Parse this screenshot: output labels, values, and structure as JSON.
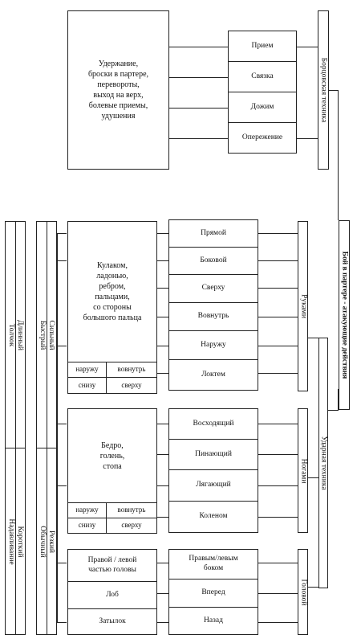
{
  "top_block": {
    "description": "Удержание,\nброски в партере,\nперевороты,\nвыход на верх,\nболевые приемы,\nудушения",
    "items": [
      "Прием",
      "Связка",
      "Дожим",
      "Опережение"
    ],
    "category": "Борцовская техника"
  },
  "root": "Бой в партере - атакующие действия",
  "striking": "Ударная техника",
  "hands": {
    "category": "Руками",
    "description": "Кулаком,\nладонью,\nребром,\nпальцами,\nсо стороны\nбольшого пальца",
    "cells": [
      "наружу",
      "вовнутрь",
      "снизу",
      "сверху"
    ],
    "items": [
      "Прямой",
      "Боковой",
      "Сверху",
      "Вовнутрь",
      "Наружу",
      "Локтем"
    ]
  },
  "legs": {
    "category": "Ногами",
    "description": "Бедро,\nголень,\nстопа",
    "cells": [
      "наружу",
      "вовнутрь",
      "снизу",
      "сверху"
    ],
    "items": [
      "Восходящий",
      "Пинающий",
      "Лягающий",
      "Коленом"
    ]
  },
  "head": {
    "category": "Головой",
    "parts": [
      "Правой / левой\nчастью головы",
      "Лоб",
      "Затылок"
    ],
    "items": [
      "Правым/левым\nбоком",
      "Вперед",
      "Назад"
    ]
  },
  "qualities": {
    "col1_top": "Длинный\nТолчок",
    "col1_bottom": "Короткий\nНадавливание",
    "col2_top": "Сильный\nБыстрый",
    "col2_bottom": "Резкий\nОбычный"
  }
}
